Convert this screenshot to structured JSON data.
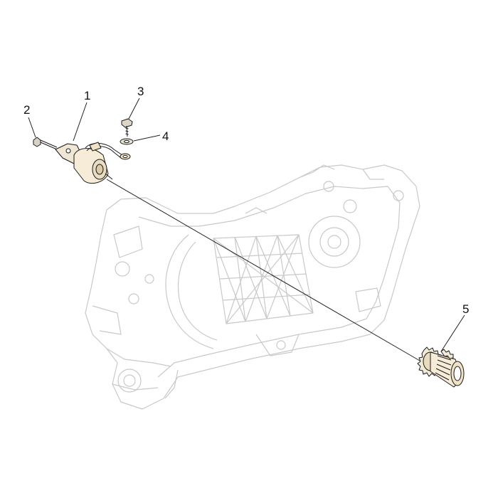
{
  "colors": {
    "background": "#ffffff",
    "ghost_outline": "#c9c9c9",
    "part_stroke": "#1a1a1a",
    "part_fill": "#f7ecd8"
  },
  "callouts": {
    "starter_motor": "1",
    "mounting_screw": "2",
    "cable_bolt": "3",
    "washer": "4",
    "starter_pinion": "5"
  }
}
